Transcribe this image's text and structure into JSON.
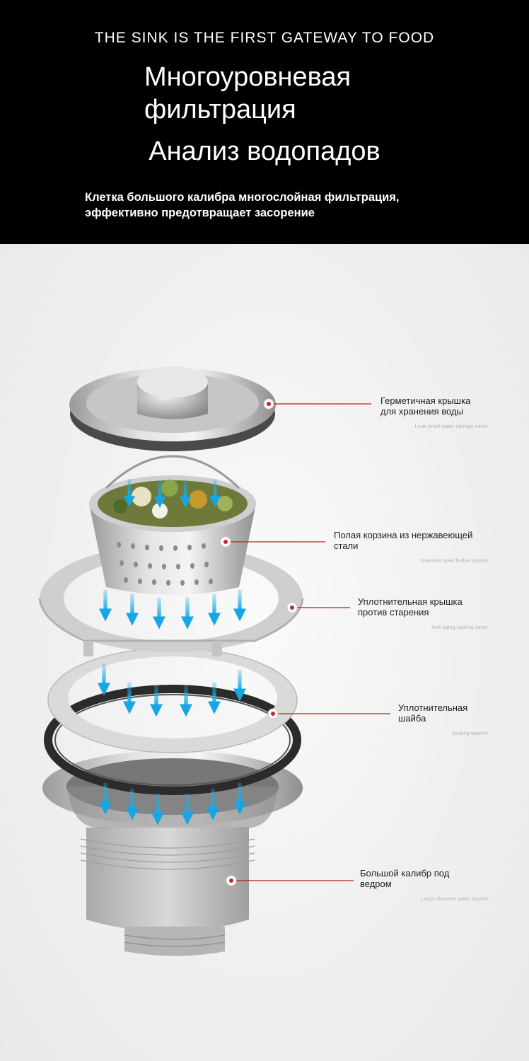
{
  "header": {
    "tagline": "THE SINK IS THE FIRST GATEWAY TO FOOD",
    "title_line1": "Многоуровневая",
    "title_line2": "фильтрация",
    "title_line3": "Анализ водопадов",
    "subtitle_line1": "Клетка большого калибра многослойная фильтрация,",
    "subtitle_line2": "эффективно предотвращает засорение"
  },
  "parts": [
    {
      "ru_line1": "Герметичная крышка",
      "ru_line2": "для хранения воды",
      "en": "Leak proof water storage cover"
    },
    {
      "ru_line1": "Полая корзина из нержавеющей",
      "ru_line2": "стали",
      "en": "Stainless steel hollow basket"
    },
    {
      "ru_line1": "Уплотнительная крышка",
      "ru_line2": "против старения",
      "en": "Anti-aging sealing cover"
    },
    {
      "ru_line1": "Уплотнительная",
      "ru_line2": "шайба",
      "en": "Sealing washer"
    },
    {
      "ru_line1": "Большой калибр под",
      "ru_line2": "ведром",
      "en": "Large diameter water bucket"
    }
  ],
  "colors": {
    "header_bg": "#000000",
    "pointer_line": "#b71c1c",
    "arrow": "#1fb4ea"
  }
}
